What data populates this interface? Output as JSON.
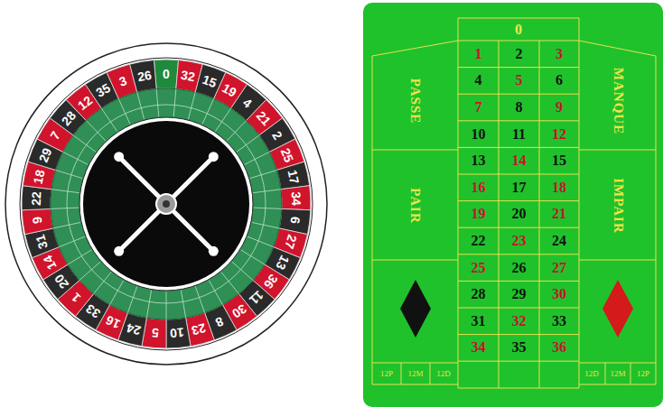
{
  "diagram": {
    "labels": [
      "0",
      "32",
      "15",
      "19",
      "4",
      "21",
      "2",
      "25",
      "17",
      "34",
      "6",
      "27",
      "13",
      "36",
      "11",
      "30",
      "8",
      "23",
      "10",
      "5",
      "24",
      "16",
      "33",
      "1",
      "20",
      "14",
      "31",
      "9",
      "22",
      "18",
      "29",
      "7",
      "28",
      "12",
      "35",
      "3",
      "26",
      "0",
      "1",
      "2",
      "3",
      "4",
      "5",
      "6",
      "7",
      "8",
      "9",
      "10",
      "11",
      "12",
      "13",
      "14",
      "15",
      "16",
      "17",
      "18",
      "19",
      "20",
      "21",
      "22",
      "23",
      "24",
      "25",
      "26",
      "27",
      "28",
      "29",
      "30",
      "31",
      "32",
      "33",
      "34",
      "35",
      "36",
      "PASSE",
      "MANQUE",
      "PAIR",
      "IMPAIR",
      "12P",
      "12M",
      "12D",
      "12D",
      "12M",
      "12P"
    ]
  }
}
